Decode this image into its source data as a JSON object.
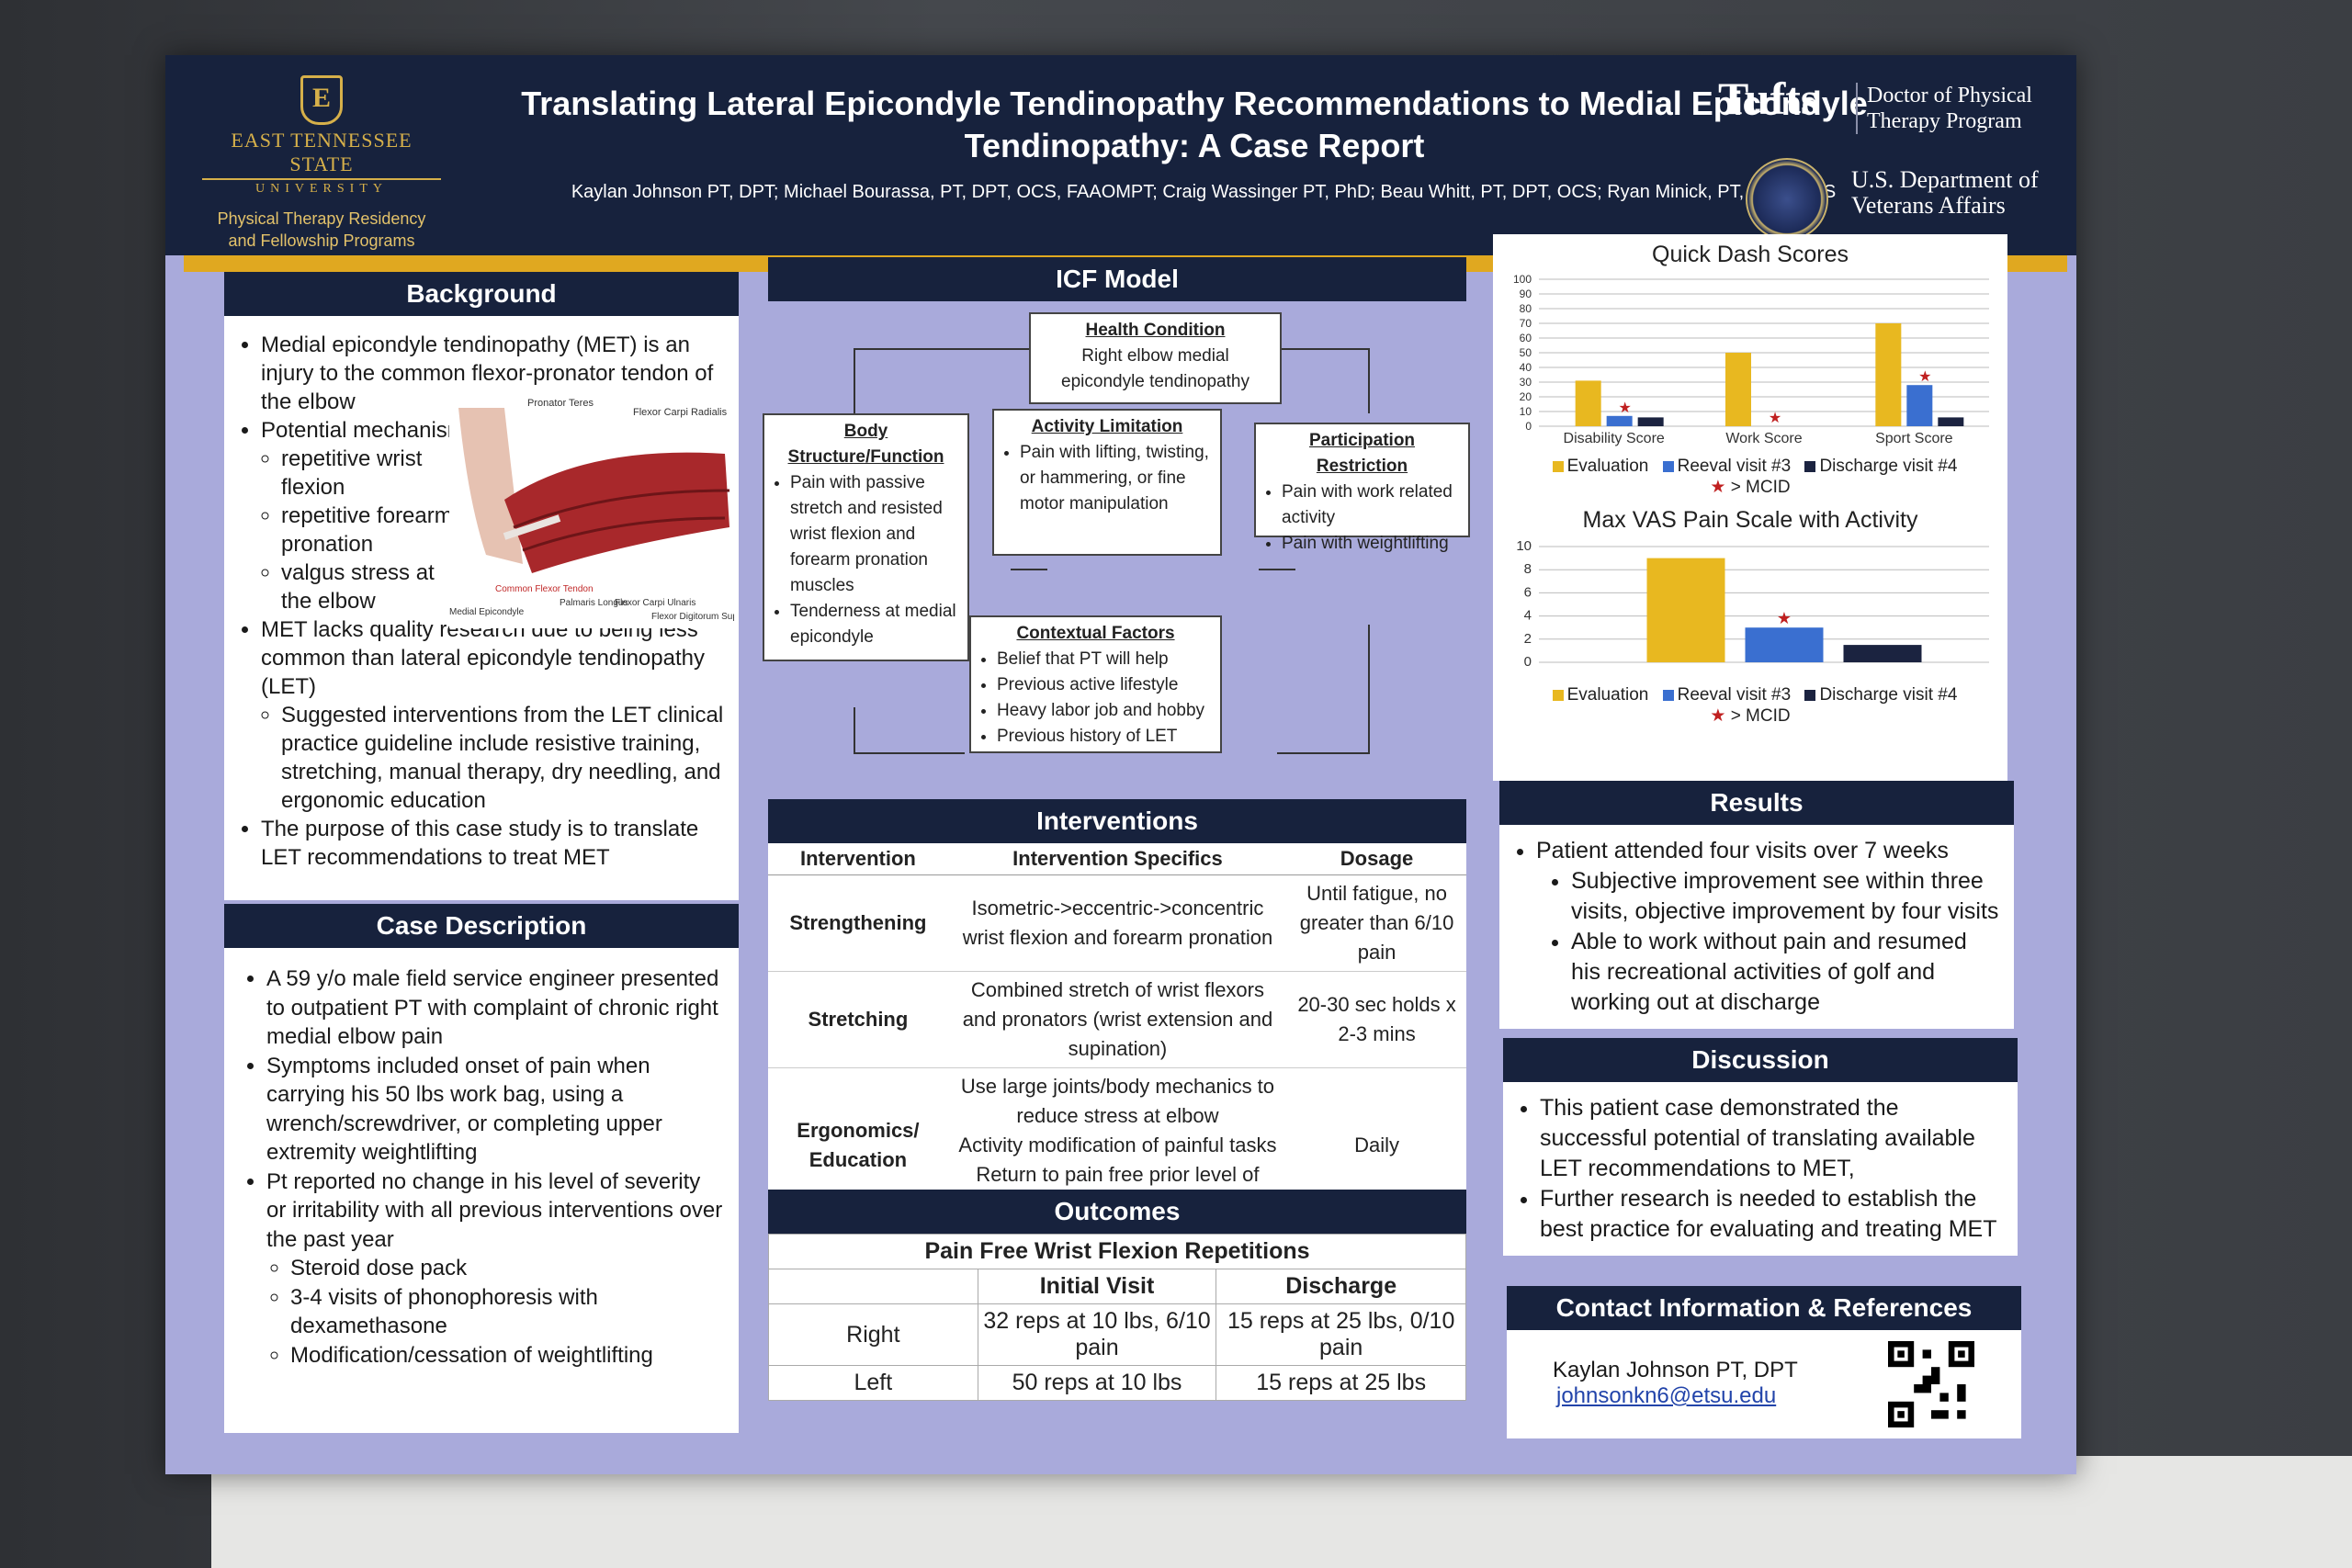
{
  "header": {
    "etsu_name": "EAST TENNESSEE STATE",
    "etsu_sub": "UNIVERSITY",
    "etsu_program": "Physical Therapy Residency and Fellowship Programs",
    "title": "Translating Lateral Epicondyle Tendinopathy Recommendations to Medial Epicondyle Tendinopathy: A Case Report",
    "authors": "Kaylan Johnson PT, DPT; Michael Bourassa, PT, DPT, OCS, FAAOMPT; Craig Wassinger PT, PhD; Beau Whitt, PT, DPT, OCS; Ryan Minick, PT, MPT, OCS",
    "tufts": "Tufts",
    "tufts_sub": "Doctor of Physical Therapy Program",
    "va": "U.S. Department of Veterans Affairs"
  },
  "background": {
    "heading": "Background",
    "b1": "Medial epicondyle tendinopathy (MET) is an injury to the common flexor-pronator tendon of the elbow",
    "b2": "Potential mechanisms:",
    "b2a": "repetitive wrist flexion",
    "b2b": "repetitive forearm pronation",
    "b2c": "valgus stress at the elbow",
    "b3": "MET lacks quality research due to being less common than lateral epicondyle tendinopathy (LET)",
    "b3a": "Suggested interventions from the LET clinical practice guideline include resistive training, stretching, manual therapy, dry needling, and ergonomic education",
    "b4": "The purpose of this case study is to translate LET recommendations to treat MET",
    "anatomy_labels": {
      "pronator_teres": "Pronator Teres",
      "fcr": "Flexor Carpi Radialis",
      "medial_epicondyle": "Medial Epicondyle",
      "common_flexor": "Common Flexor Tendon",
      "palmaris": "Palmaris Longus",
      "fcu": "Flexor Carpi Ulnaris",
      "fds": "Flexor Digitorum Superficialis"
    }
  },
  "case": {
    "heading": "Case Description",
    "c1": "A 59 y/o male field service engineer presented to outpatient PT with complaint of chronic right medial elbow pain",
    "c2": "Symptoms included onset of pain when carrying his 50 lbs work bag, using a wrench/screwdriver, or completing upper extremity weightlifting",
    "c3": "Pt reported no change in his level of severity or irritability with all previous interventions over the past year",
    "c3a": "Steroid dose pack",
    "c3b": "3-4 visits of phonophoresis with dexamethasone",
    "c3c": "Modification/cessation of weightlifting"
  },
  "icf": {
    "heading": "ICF Model",
    "health_h": "Health Condition",
    "health_t": "Right elbow medial epicondyle tendinopathy",
    "body_h": "Body Structure/Function",
    "body_1": "Pain with passive stretch and resisted wrist flexion and forearm pronation muscles",
    "body_2": "Tenderness at medial epicondyle",
    "act_h": "Activity Limitation",
    "act_1": "Pain with lifting, twisting, or hammering, or fine motor manipulation",
    "part_h": "Participation Restriction",
    "part_1": "Pain with work related activity",
    "part_2": "Pain with weightlifting",
    "ctx_h": "Contextual Factors",
    "ctx_1": "Belief that PT will help",
    "ctx_2": "Previous active lifestyle",
    "ctx_3": "Heavy labor job and hobby",
    "ctx_4": "Previous history of LET"
  },
  "interventions": {
    "heading": "Interventions",
    "col1": "Intervention",
    "col2": "Intervention Specifics",
    "col3": "Dosage",
    "r1_type": "Strengthening",
    "r1_spec": "Isometric->eccentric->concentric wrist flexion and forearm pronation",
    "r1_dose": "Until fatigue, no greater than 6/10 pain",
    "r2_type": "Stretching",
    "r2_spec": "Combined stretch of wrist flexors and pronators (wrist extension and supination)",
    "r2_dose": "20-30 sec holds x 2-3 mins",
    "r3_type": "Ergonomics/ Education",
    "r3_spec1": "Use large joints/body mechanics to reduce stress at elbow",
    "r3_spec2": "Activity modification of painful tasks",
    "r3_spec3": "Return to pain free prior level of activity",
    "r3_dose": "Daily"
  },
  "outcomes": {
    "heading": "Outcomes",
    "subheading": "Pain Free Wrist Flexion Repetitions",
    "col_initial": "Initial Visit",
    "col_discharge": "Discharge",
    "right": "Right",
    "right_initial": "32 reps at 10 lbs, 6/10 pain",
    "right_discharge": "15 reps at 25 lbs, 0/10 pain",
    "left": "Left",
    "left_initial": "50 reps at 10 lbs",
    "left_discharge": "15 reps at 25 lbs"
  },
  "chart_data": [
    {
      "type": "bar",
      "title": "Quick Dash Scores",
      "categories": [
        "Disability Score",
        "Work Score",
        "Sport Score"
      ],
      "series": [
        {
          "name": "Evaluation",
          "values": [
            31,
            50,
            70
          ],
          "color": "#e8b820"
        },
        {
          "name": "Reeval visit #3",
          "values": [
            7,
            0,
            28
          ],
          "color": "#3a6fd0"
        },
        {
          "name": "Discharge visit #4",
          "values": [
            6,
            0,
            6
          ],
          "color": "#1b2340"
        }
      ],
      "ylim": [
        0,
        100
      ],
      "yticks": [
        "0",
        "10",
        "20",
        "30",
        "40",
        "50",
        "60",
        "70",
        "80",
        "90",
        "100"
      ],
      "mcid_label": "> MCID",
      "mcid_stars": [
        0,
        1,
        2
      ]
    },
    {
      "type": "bar",
      "title": "Max VAS Pain Scale with Activity",
      "categories": [
        ""
      ],
      "series": [
        {
          "name": "Evaluation",
          "values": [
            9
          ],
          "color": "#e8b820"
        },
        {
          "name": "Reeval visit #3",
          "values": [
            3
          ],
          "color": "#3a6fd0"
        },
        {
          "name": "Discharge visit #4",
          "values": [
            1.5
          ],
          "color": "#1b2340"
        }
      ],
      "ylim": [
        0,
        10
      ],
      "yticks": [
        "0",
        "2",
        "4",
        "6",
        "8",
        "10"
      ],
      "mcid_label": "> MCID"
    }
  ],
  "results": {
    "heading": "Results",
    "r1": "Patient attended four visits over 7 weeks",
    "r1a": "Subjective improvement see within three visits, objective improvement  by four visits",
    "r1b": "Able to work without pain and resumed his recreational activities of golf and working out at discharge"
  },
  "discussion": {
    "heading": "Discussion",
    "d1": "This patient case demonstrated the successful potential of translating available LET recommendations to MET,",
    "d2": "Further research is needed to establish the best practice for evaluating and treating MET"
  },
  "contact": {
    "heading": "Contact Information & References",
    "name": "Kaylan Johnson PT, DPT",
    "email": "johnsonkn6@etsu.edu"
  }
}
